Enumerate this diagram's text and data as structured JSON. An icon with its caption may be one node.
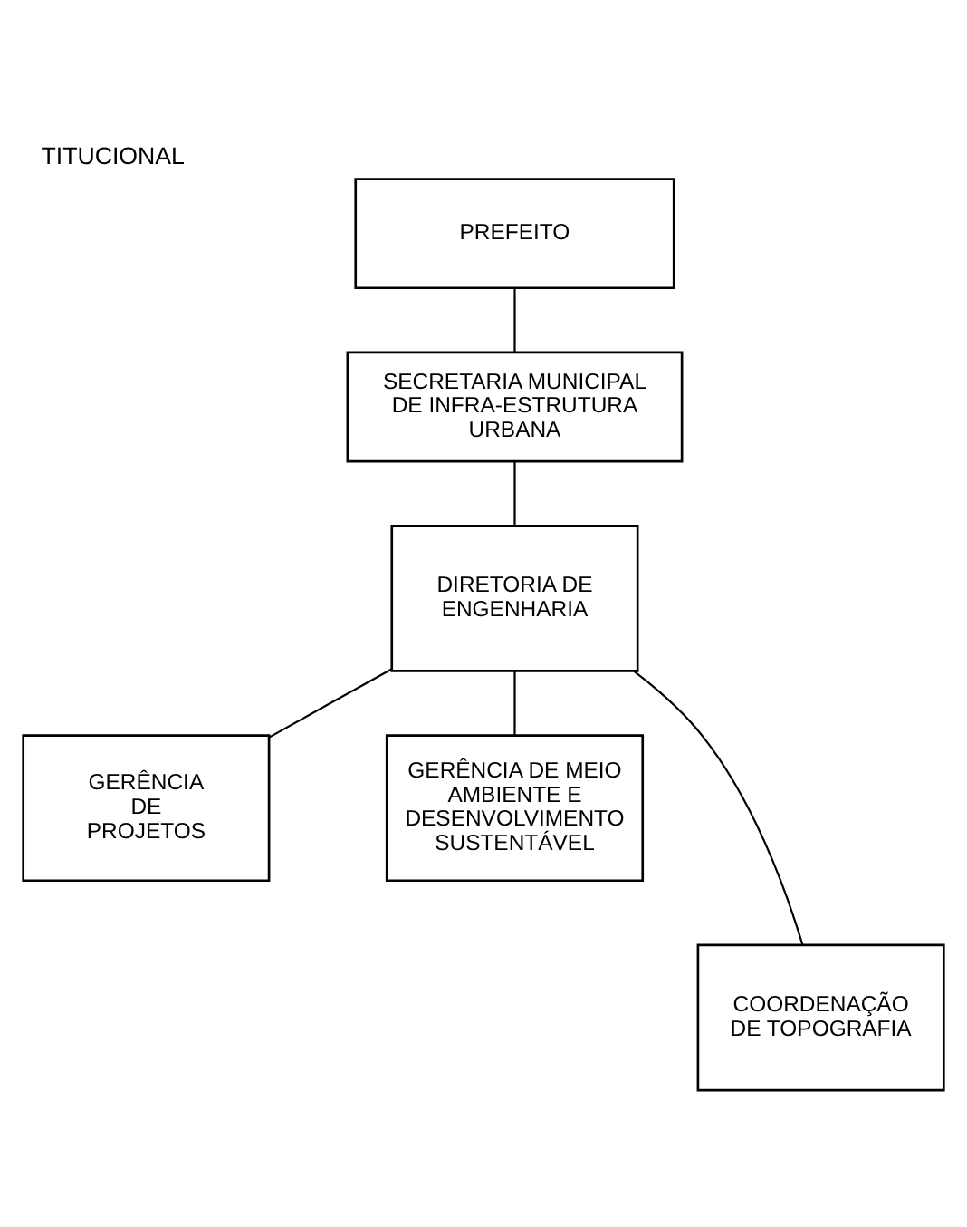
{
  "diagram": {
    "title": "TITUCIONAL",
    "nodes": [
      {
        "text": [
          "PREFEITO"
        ]
      },
      {
        "text": [
          "SECRETARIA MUNICIPAL DE INFRA-ESTRUTURA URBANA"
        ]
      },
      {
        "text": [
          "DIRETORIA DE ENGENHARIA"
        ]
      },
      {
        "text": [
          "GERÊNCIA DE PROJETOS"
        ]
      },
      {
        "text": [
          "GERÊNCIA DE MEIO AMBIENTE E DESENVOLVIMENTO SUSTENTÁVEL"
        ]
      },
      {
        "text": [
          "COORDENAÇÃO DE TOPOGRAFIA"
        ]
      }
    ],
    "edges": [
      {
        "from": 0,
        "to": 1,
        "arrow": "none"
      },
      {
        "from": 1,
        "to": 2,
        "arrow": "none"
      },
      {
        "from": 2,
        "to": 3,
        "arrow": "none"
      },
      {
        "from": 2,
        "to": 4,
        "arrow": "none"
      },
      {
        "from": 2,
        "to": 5,
        "arrow": "none"
      }
    ]
  }
}
